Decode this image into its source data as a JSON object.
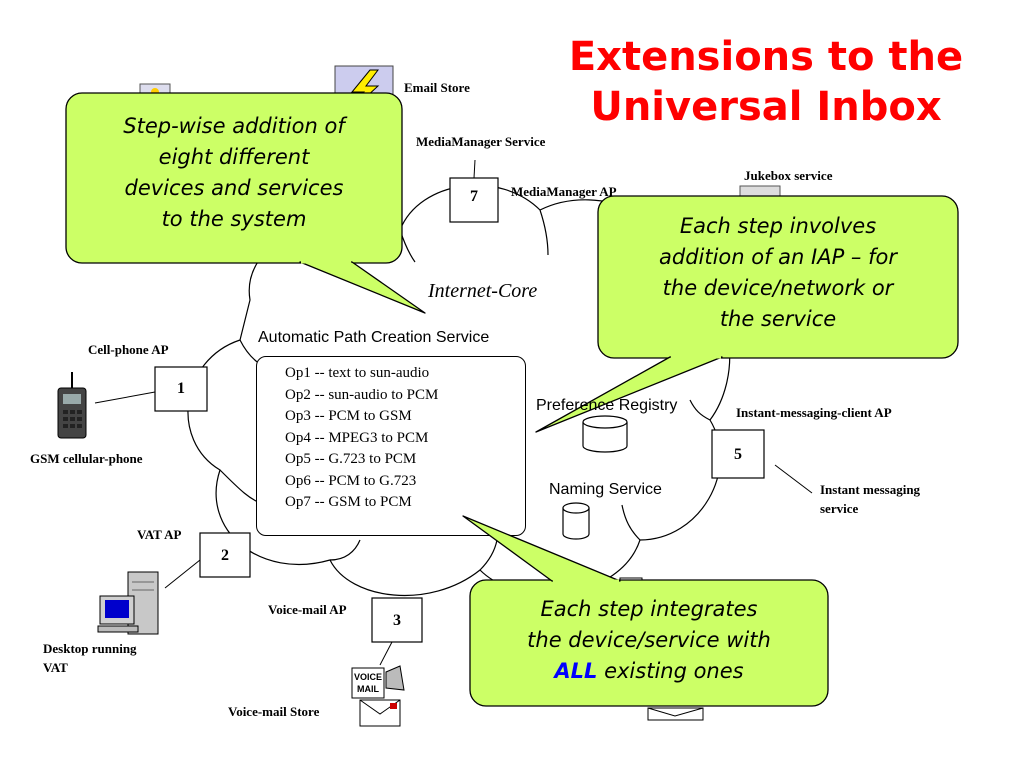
{
  "title": {
    "line1": "Extensions to the",
    "line2": "Universal Inbox"
  },
  "diagram": {
    "internet_core": "Internet-Core",
    "path_service": "Automatic Path Creation Service",
    "preference_registry": "Preference Registry",
    "naming_service": "Naming Service",
    "ops": [
      "Op1 -- text to sun-audio",
      "Op2 -- sun-audio to PCM",
      "Op3 -- PCM to GSM",
      "Op4 -- MPEG3 to PCM",
      "Op5 -- G.723 to PCM",
      "Op6 -- PCM to G.723",
      "Op7 -- GSM to PCM"
    ],
    "labels": {
      "email_store": "Email Store",
      "mediamanager_service": "MediaManager Service",
      "mediamanager_ap": "MediaManager AP",
      "jukebox_service": "Jukebox service",
      "cellphone_ap": "Cell-phone AP",
      "gsm_phone": "GSM cellular-phone",
      "vat_ap": "VAT AP",
      "desktop_line1": "Desktop running",
      "desktop_line2": "VAT",
      "voicemail_ap": "Voice-mail AP",
      "voicemail_store": "Voice-mail Store",
      "im_client_ap": "Instant-messaging-client AP",
      "im_service_line1": "Instant messaging",
      "im_service_line2": "service",
      "voicemail_icon_text": "VOICE MAIL"
    },
    "nodes": {
      "n1": "1",
      "n2": "2",
      "n3": "3",
      "n5": "5",
      "n7": "7"
    }
  },
  "callouts": {
    "left": [
      "Step-wise addition of",
      "eight different",
      "devices and services",
      "to the system"
    ],
    "right": [
      "Each step involves",
      "addition of an IAP – for",
      "the device/network or",
      "the service"
    ],
    "bottom": {
      "line1": "Each step integrates",
      "line2": "the device/service with",
      "emph": "ALL",
      "line3_rest": " existing ones"
    }
  },
  "colors": {
    "title": "#ff0000",
    "callout_fill": "#ccff66",
    "emphasis": "#0000ff"
  }
}
